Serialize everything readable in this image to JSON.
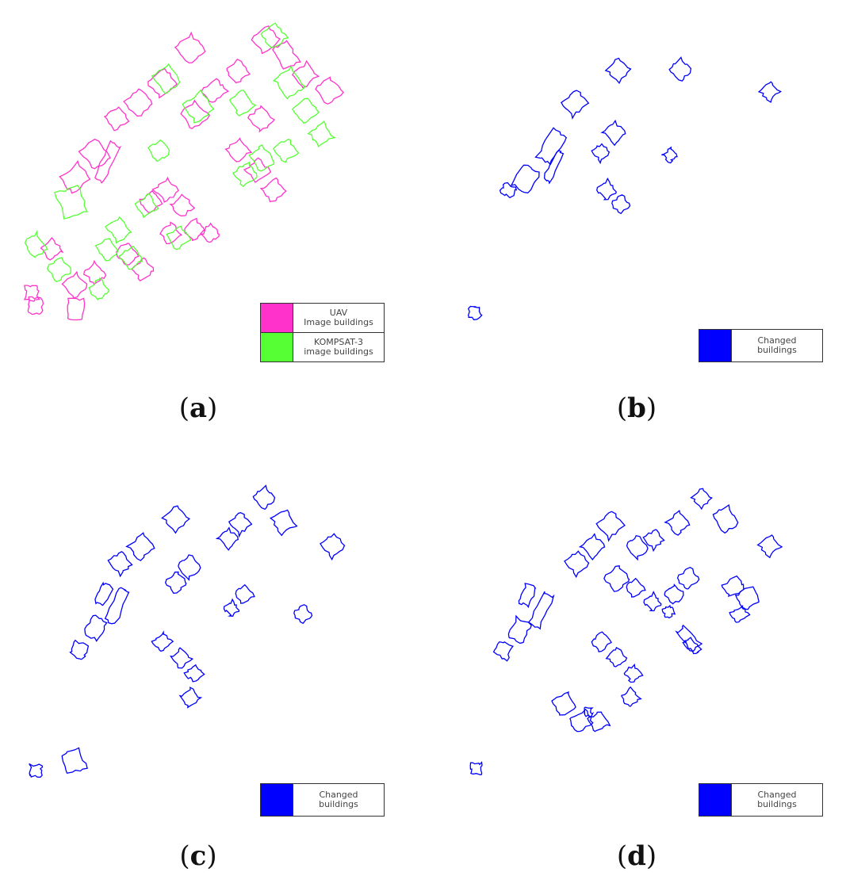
{
  "colors": {
    "uav": "#ff33cc",
    "kompsat": "#55ff33",
    "changed": "#0000ff"
  },
  "panels": [
    {
      "id": "a",
      "caption_letter": "a",
      "legend": [
        {
          "color": "#ff33cc",
          "label_line1": "UAV",
          "label_line2": "Image buildings"
        },
        {
          "color": "#55ff33",
          "label_line1": "KOMPSAT-3",
          "label_line2": "image buildings"
        }
      ]
    },
    {
      "id": "b",
      "caption_letter": "b",
      "legend": [
        {
          "color": "#0000ff",
          "label_line1": "Changed",
          "label_line2": "buildings"
        }
      ]
    },
    {
      "id": "c",
      "caption_letter": "c",
      "legend": [
        {
          "color": "#0000ff",
          "label_line1": "Changed",
          "label_line2": "buildings"
        }
      ]
    },
    {
      "id": "d",
      "caption_letter": "d",
      "legend": [
        {
          "color": "#0000ff",
          "label_line1": "Changed",
          "label_line2": "buildings"
        }
      ]
    }
  ]
}
